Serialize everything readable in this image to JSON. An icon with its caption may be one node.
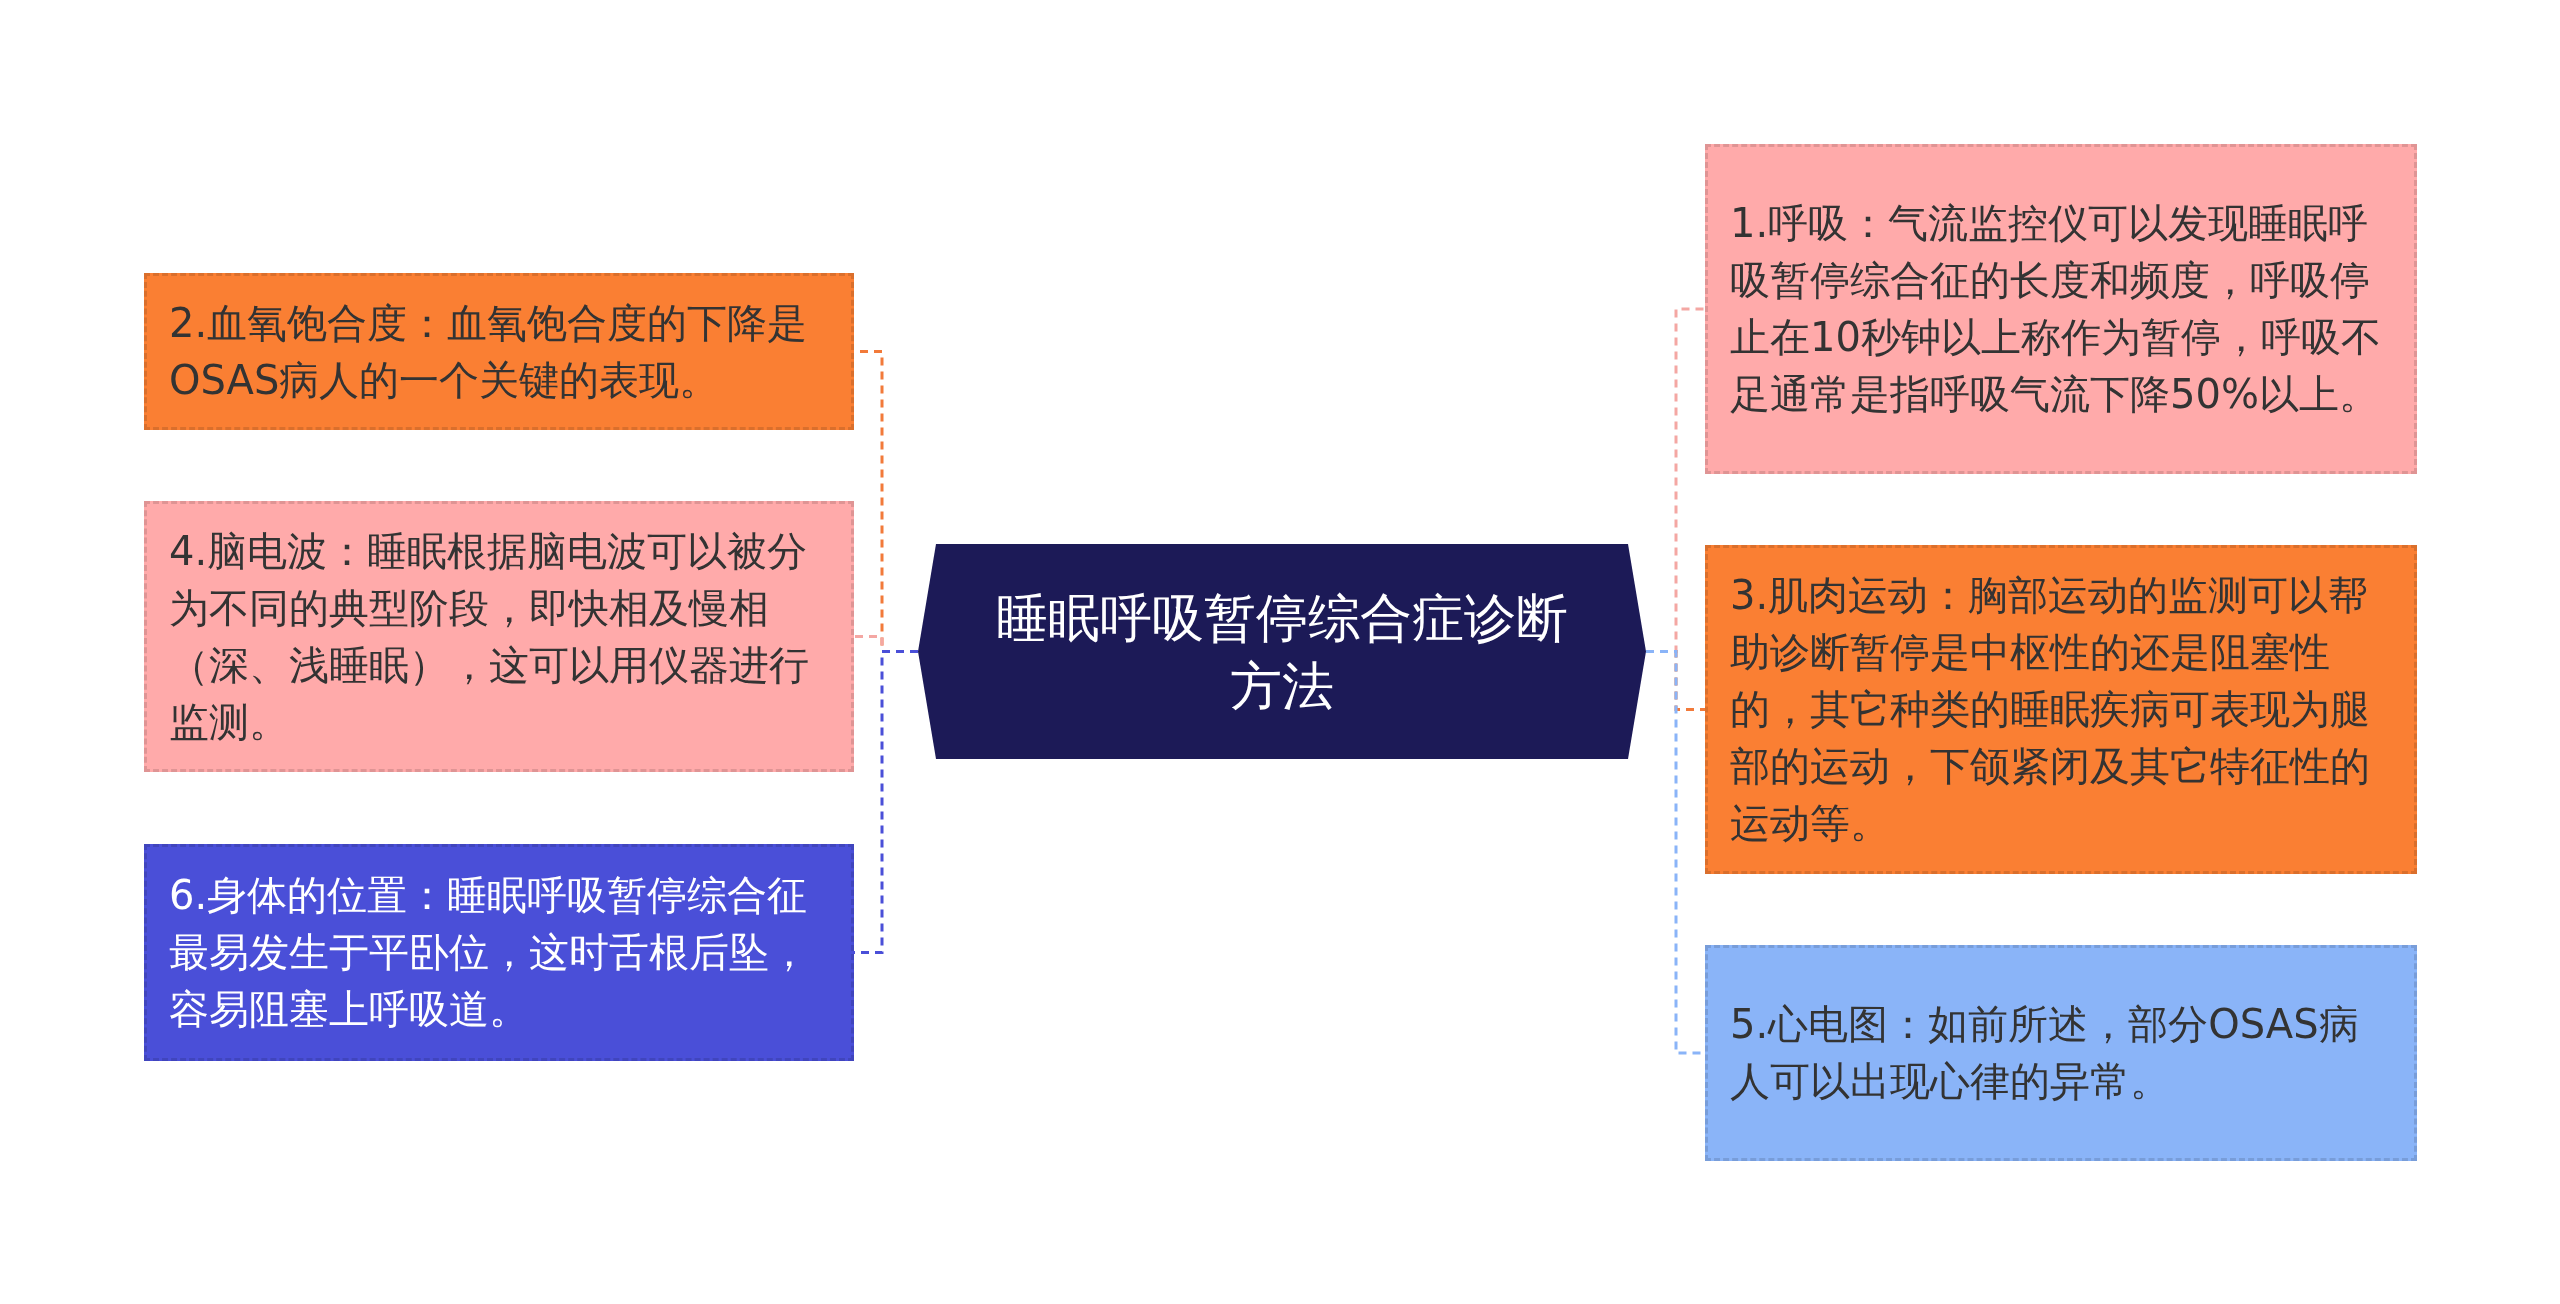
{
  "diagram": {
    "nodes": [
      {
        "text": [
          "睡眠呼吸暂停综合症诊断方法"
        ]
      },
      {
        "text": [
          "1.呼吸：气流监控仪可以发现睡眠呼吸暂停综合征的长度和频度，呼吸停止在10秒钟以上称作为暂停，呼吸不足通常是指呼吸气流下降50%以上。"
        ]
      },
      {
        "text": [
          "2.血氧饱合度：血氧饱合度的下降是OSAS病人的一个关键的表现。"
        ]
      },
      {
        "text": [
          "3.肌肉运动：胸部运动的监测可以帮助诊断暂停是中枢性的还是阻塞性的，其它种类的睡眠疾病可表现为腿部的运动，下颌紧闭及其它特征性的运动等。"
        ]
      },
      {
        "text": [
          "4.脑电波：睡眠根据脑电波可以被分为不同的典型阶段，即快相及慢相（深、浅睡眠），这可以用仪器进行监测。"
        ]
      },
      {
        "text": [
          "5.心电图：如前所述，部分OSAS病人可以出现心律的异常。"
        ]
      },
      {
        "text": [
          "6.身体的位置：睡眠呼吸暂停综合征最易发生于平卧位，这时舌根后坠，容易阻塞上呼吸道。"
        ]
      }
    ],
    "edges": [
      {
        "from": 0,
        "to": 1,
        "arrow": "none",
        "style": "dashed",
        "color": "#f4a7a3"
      },
      {
        "from": 0,
        "to": 2,
        "arrow": "none",
        "style": "dashed",
        "color": "#f27a3a"
      },
      {
        "from": 0,
        "to": 3,
        "arrow": "none",
        "style": "dashed",
        "color": "#f27a3a"
      },
      {
        "from": 0,
        "to": 4,
        "arrow": "none",
        "style": "dashed",
        "color": "#f4a7a3"
      },
      {
        "from": 0,
        "to": 5,
        "arrow": "none",
        "style": "dashed",
        "color": "#8ab4f8"
      },
      {
        "from": 0,
        "to": 6,
        "arrow": "none",
        "style": "dashed",
        "color": "#4a4fd8"
      }
    ]
  }
}
